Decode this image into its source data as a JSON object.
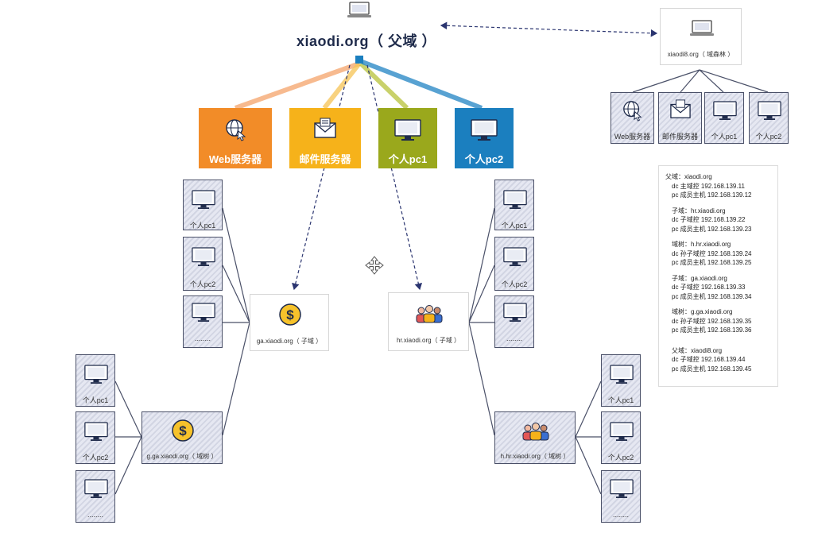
{
  "root": {
    "title": "xiaodi.org（ 父域 ）"
  },
  "forest_root": {
    "label": "xiaodi8.org（ 域森林 ）"
  },
  "root_servers": [
    {
      "label": "Web服务器",
      "icon": "globe-cursor-icon",
      "color": "#f28c28"
    },
    {
      "label": "邮件服务器",
      "icon": "mail-icon",
      "color": "#f6b21a"
    },
    {
      "label": "个人pc1",
      "icon": "monitor-icon",
      "color": "#9aa81c"
    },
    {
      "label": "个人pc2",
      "icon": "monitor-icon",
      "color": "#1b7fbf"
    }
  ],
  "forest_servers": [
    {
      "label": "Web服务器",
      "icon": "globe-cursor-icon"
    },
    {
      "label": "邮件服务器",
      "icon": "mail-icon"
    },
    {
      "label": "个人pc1",
      "icon": "monitor-icon"
    },
    {
      "label": "个人pc2",
      "icon": "monitor-icon"
    }
  ],
  "child_ga": {
    "label": "ga.xiaodi.org（ 子域 ）",
    "icon": "dollar-coin-icon"
  },
  "child_hr": {
    "label": "hr.xiaodi.org（ 子域 ）",
    "icon": "people-group-icon"
  },
  "tree_ga": {
    "label": "g.ga.xiaodi.org（ 域树 ）",
    "icon": "dollar-coin-icon"
  },
  "tree_hr": {
    "label": "h.hr.xiaodi.org（ 域树 ）",
    "icon": "people-group-icon"
  },
  "pcs": {
    "pc1": "个人pc1",
    "pc2": "个人pc2",
    "more": "........"
  },
  "info": {
    "blocks": [
      [
        "父域：xiaodi.org",
        "dc 主域控 192.168.139.11",
        "pc 成员主机 192.168.139.12"
      ],
      [
        "子域：hr.xiaodi.org",
        "dc 子域控 192.168.139.22",
        "pc 成员主机 192.168.139.23"
      ],
      [
        "域树：h.hr.xiaodi.org",
        "dc 孙子域控 192.168.139.24",
        "pc 成员主机 192.168.139.25"
      ],
      [
        "子域：ga.xiaodi.org",
        "dc 子域控 192.168.139.33",
        "pc 成员主机 192.168.139.34"
      ],
      [
        "域树：g.ga.xiaodi.org",
        "dc 孙子域控 192.168.139.35",
        "pc 成员主机 192.168.139.36"
      ],
      [
        "父域：xiaodi8.org",
        "dc 子域控 192.168.139.44",
        "pc 成员主机 192.168.139.45"
      ]
    ]
  },
  "colors": {
    "line": "#4a5068",
    "dashed": "#2b3570",
    "box_border": "#4a5068"
  }
}
